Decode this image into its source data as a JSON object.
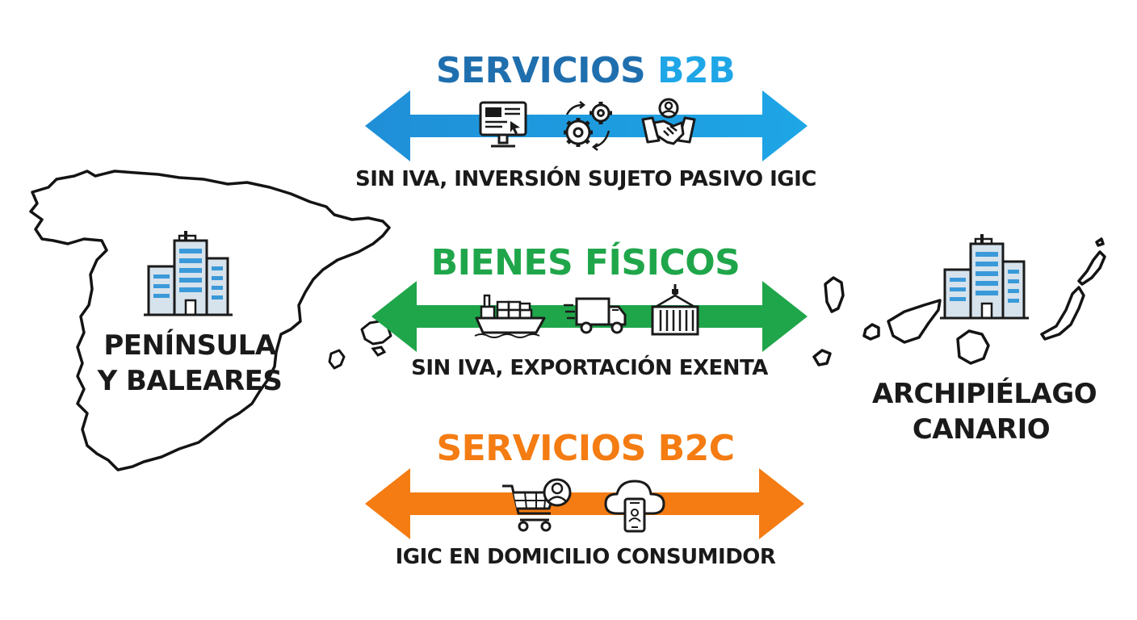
{
  "regions": {
    "left": {
      "label_line1": "PENÍNSULA",
      "label_line2": "Y BALEARES",
      "icon": "office-building-icon"
    },
    "right": {
      "label_line1": "ARCHIPIÉLAGO",
      "label_line2": "CANARIO",
      "icon": "office-building-icon"
    }
  },
  "flows": {
    "b2b": {
      "title_part1": "SERVICIOS ",
      "title_part2": "B2B",
      "description": "SIN IVA, INVERSIÓN SUJETO PASIVO IGIC",
      "color_dark": "#1f6fae",
      "color_light": "#1ea6e6",
      "icons": [
        "computer-monitor-icon",
        "gears-icon",
        "handshake-icon"
      ]
    },
    "goods": {
      "title": "BIENES FÍSICOS",
      "description": "SIN IVA, EXPORTACIÓN EXENTA",
      "color": "#1fa64a",
      "icons": [
        "cargo-ship-icon",
        "delivery-truck-icon",
        "shipping-container-icon"
      ]
    },
    "b2c": {
      "title": "SERVICIOS B2C",
      "description": "IGIC EN DOMICILIO CONSUMIDOR",
      "color": "#f47c12",
      "icons": [
        "shopping-cart-user-icon",
        "cloud-mobile-icon"
      ]
    }
  }
}
